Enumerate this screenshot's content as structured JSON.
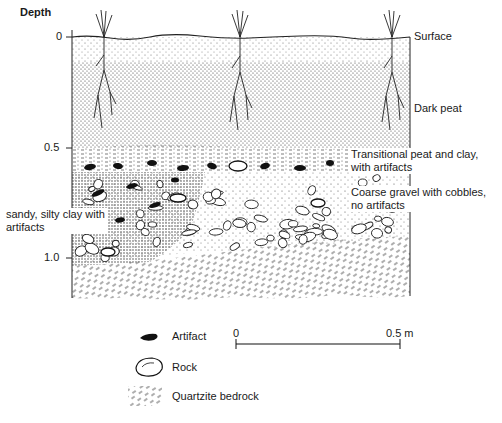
{
  "diagram": {
    "labels": [
      "Depth",
      "0",
      "0.5",
      "1.0",
      "Surface",
      "Dark peat",
      "Transitional peat and clay, with artifacts",
      "Coarse gravel with cobbles, no artifacts",
      "sandy, silty clay with artifacts",
      "0",
      "0.5 m"
    ],
    "legend": [
      {
        "text": "Artifact"
      },
      {
        "text": "Rock"
      },
      {
        "text": "Quartzite bedrock"
      }
    ]
  }
}
